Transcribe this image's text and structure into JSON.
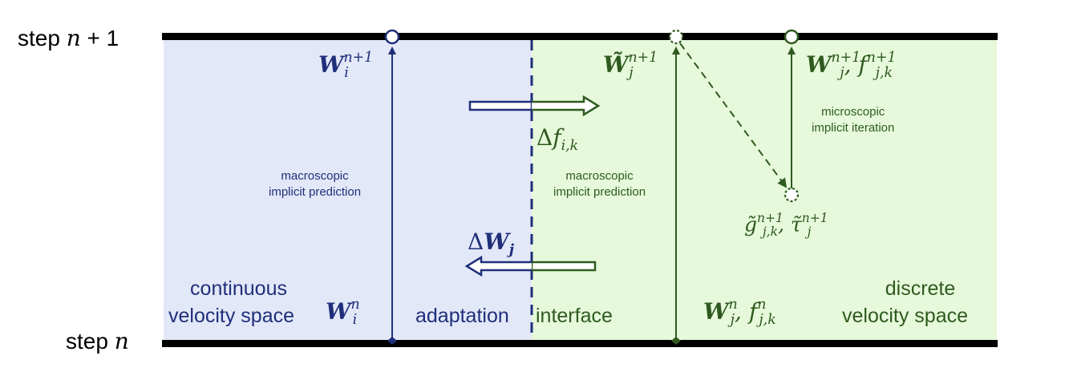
{
  "steps": {
    "top": "step n + 1",
    "bottom": "step n"
  },
  "left_region": {
    "title_line1": "continuous",
    "title_line2": "velocity space",
    "state_n": "W_i^n",
    "state_n1": "W_i^{n+1}",
    "process_line1": "macroscopic",
    "process_line2": "implicit prediction"
  },
  "interface": {
    "left_label": "adaptation",
    "right_label": "interface",
    "to_right_flux": "Δf_{i,k}",
    "to_left_flux": "ΔW_j"
  },
  "right_region": {
    "title_line1": "discrete",
    "title_line2": "velocity space",
    "state_n": "W_j^n, f_{j,k}^n",
    "predicted_state": "W̃_j^{n+1}",
    "predicted_process_line1": "macroscopic",
    "predicted_process_line2": "implicit prediction",
    "intermediate_state": "g̃_{j,k}^{n+1}, τ̃_j^{n+1}",
    "micro_line1": "microscopic",
    "micro_line2": "implicit iteration",
    "final_state": "W_j^{n+1}, f_{j,k}^{n+1}"
  },
  "colors": {
    "left_fill": "#e3e8f8",
    "right_fill": "#e6f9db",
    "blue": "#1f2f7a",
    "green": "#2f5a1f",
    "bar": "#000000"
  }
}
